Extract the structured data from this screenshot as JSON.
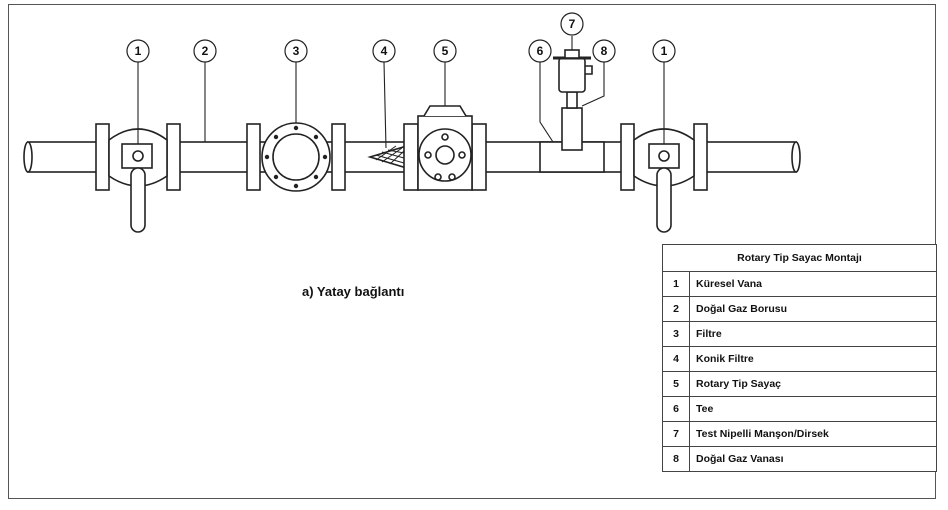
{
  "caption": "a) Yatay bağlantı",
  "legend": {
    "title": "Rotary Tip Sayac Montajı",
    "items": [
      {
        "num": "1",
        "label": "Küresel Vana"
      },
      {
        "num": "2",
        "label": "Doğal Gaz Borusu"
      },
      {
        "num": "3",
        "label": "Filtre"
      },
      {
        "num": "4",
        "label": "Konik Filtre"
      },
      {
        "num": "5",
        "label": "Rotary Tip Sayaç"
      },
      {
        "num": "6",
        "label": "Tee"
      },
      {
        "num": "7",
        "label": "Test Nipelli Manşon/Dirsek"
      },
      {
        "num": "8",
        "label": "Doğal Gaz Vanası"
      }
    ]
  },
  "callouts": [
    "1",
    "2",
    "3",
    "4",
    "5",
    "7",
    "6",
    "8",
    "1"
  ]
}
